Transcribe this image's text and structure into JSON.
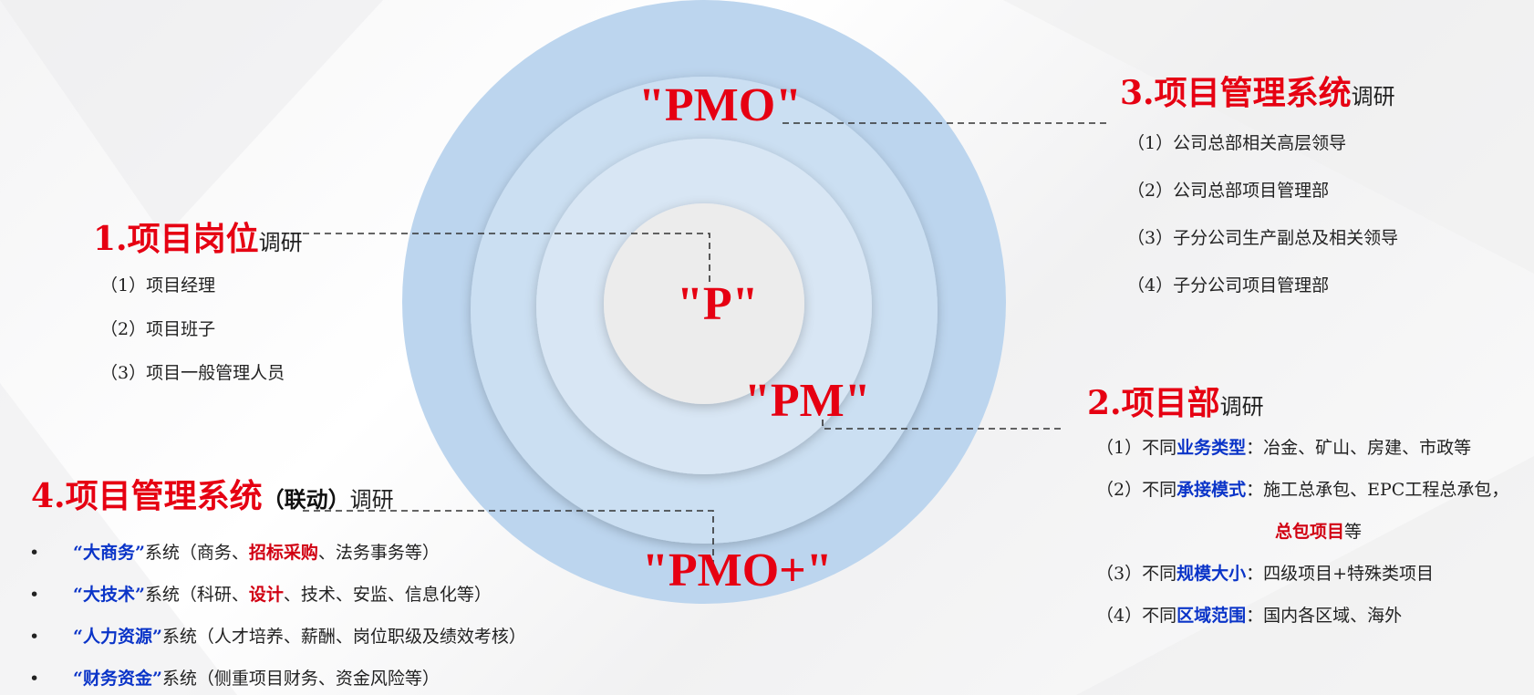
{
  "colors": {
    "accent_red": "#e60012",
    "accent_blue": "#0a34c8",
    "ring_outer": "#bcd5ee",
    "ring_2": "#cbdff2",
    "ring_3": "#d8e6f4",
    "core": "#ececec"
  },
  "circles": {
    "outer": "\"PMO+\"",
    "second": "\"PMO\"",
    "third": "\"PM\"",
    "core": "\"P\""
  },
  "section1": {
    "num_title": "1.项目岗位",
    "suffix": "调研",
    "items": [
      "（1）项目经理",
      "（2）项目班子",
      "（3）项目一般管理人员"
    ]
  },
  "section2": {
    "num_title": "2.项目部",
    "suffix": "调研",
    "items": [
      {
        "prefix": "（1）不同",
        "key": "业务类型",
        "colon": "：",
        "text": "冶金、矿山、房建、市政等"
      },
      {
        "prefix": "（2）不同",
        "key": "承接模式",
        "colon": "：",
        "text": "施工总承包、EPC工程总承包，"
      },
      {
        "key2": "总包项目",
        "tail": "等"
      },
      {
        "prefix": "（3）不同",
        "key": "规模大小",
        "colon": "：",
        "text": "四级项目+特殊类项目"
      },
      {
        "prefix": "（4）不同",
        "key": "区域范围",
        "colon": "：",
        "text": "国内各区域、海外"
      }
    ]
  },
  "section3": {
    "num_title": "3.项目管理系统",
    "suffix": "调研",
    "items": [
      "（1）公司总部相关高层领导",
      "（2）公司总部项目管理部",
      "（3）子分公司生产副总及相关领导",
      "（4）子分公司项目管理部"
    ]
  },
  "section4": {
    "num_title": "4.项目管理系统",
    "paren": "（联动）",
    "suffix": "调研",
    "bullet": "•",
    "items": [
      {
        "q1": "“",
        "key": "大商务",
        "q2": "”",
        "pre": "系统（商务、",
        "red": "招标采购",
        "post": "、法务事务等）"
      },
      {
        "q1": "“",
        "key": "大技术",
        "q2": "”",
        "pre": "系统（科研、",
        "red": "设计",
        "post": "、技术、安监、信息化等）"
      },
      {
        "q1": "“",
        "key": "人力资源",
        "q2": "”",
        "pre": "系统（人才培养、薪酬、岗位职级及绩效考核）",
        "red": "",
        "post": ""
      },
      {
        "q1": "“",
        "key": "财务资金",
        "q2": "”",
        "pre": "系统（侧重项目财务、资金风险等）",
        "red": "",
        "post": ""
      }
    ]
  }
}
